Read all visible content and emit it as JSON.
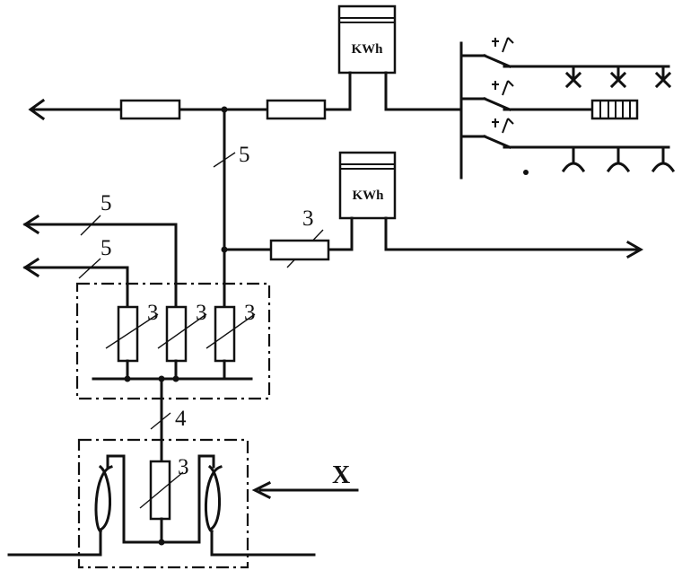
{
  "meters": {
    "top_label": "KWh",
    "bottom_label": "KWh"
  },
  "labels": {
    "trunk_cores": "5",
    "branch_cores": "3",
    "left_upper_cores": "5",
    "left_lower_cores": "5",
    "fuse_a_cores": "3",
    "fuse_b_cores": "3",
    "fuse_c_cores": "3",
    "supply_cores": "4",
    "transformer_fuse_cores": "3",
    "input_marker": "X"
  },
  "colors": {
    "line": "#111111",
    "background": "#ffffff"
  }
}
